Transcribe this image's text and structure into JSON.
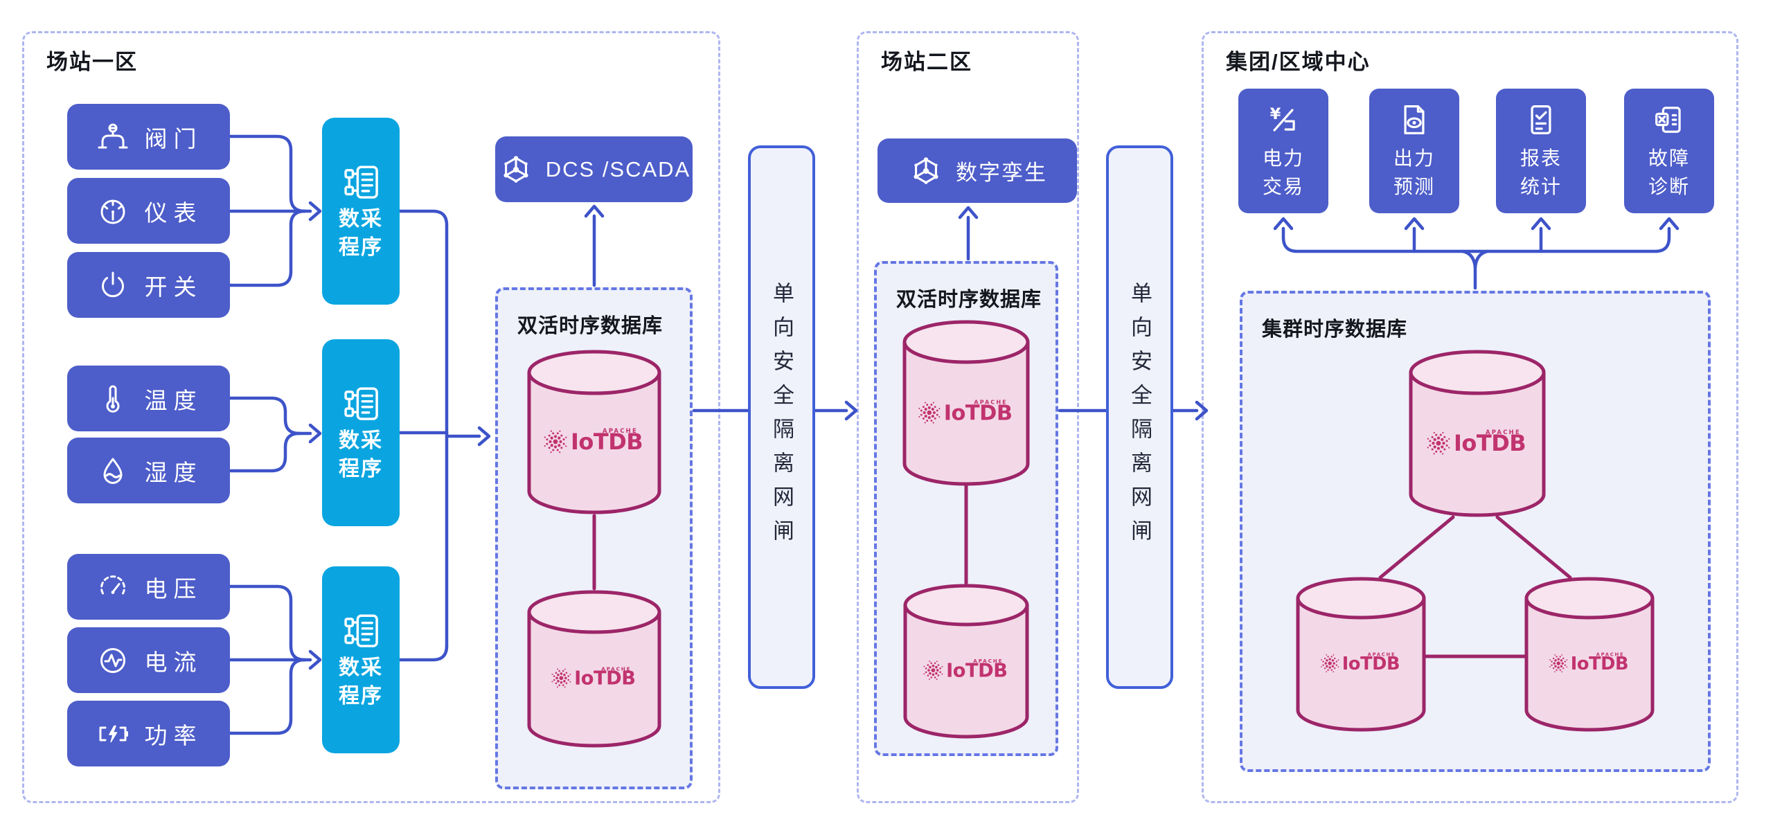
{
  "colors": {
    "accent_blue": "#3d53c9",
    "box_indigo": "#4d5dc9",
    "box_cyan": "#0aa5e0",
    "zone_border": "#aeb6f0",
    "db_border": "#6577e3",
    "db_fill": "#eef0fa",
    "cylinder_fill": "#f3d9e7",
    "cylinder_top_fill": "#f7e4ee",
    "cylinder_stroke": "#9c2568",
    "logo_magenta": "#c1336f",
    "title_text": "#15171e"
  },
  "zone1": {
    "title": "场站一区",
    "sensor_groups": [
      {
        "items": [
          {
            "icon": "valve-icon",
            "label": "阀门"
          },
          {
            "icon": "gauge-icon",
            "label": "仪表"
          },
          {
            "icon": "power-icon",
            "label": "开关"
          }
        ]
      },
      {
        "items": [
          {
            "icon": "thermometer-icon",
            "label": "温度"
          },
          {
            "icon": "droplet-icon",
            "label": "湿度"
          }
        ]
      },
      {
        "items": [
          {
            "icon": "voltmeter-icon",
            "label": "电压"
          },
          {
            "icon": "waveform-icon",
            "label": "电流"
          },
          {
            "icon": "battery-icon",
            "label": "功率"
          }
        ]
      }
    ],
    "collectors": [
      {
        "icon": "collector-icon",
        "label": "数采程序"
      },
      {
        "icon": "collector-icon",
        "label": "数采程序"
      },
      {
        "icon": "collector-icon",
        "label": "数采程序"
      }
    ],
    "scada": {
      "icon": "network-icon",
      "label": "DCS /SCADA"
    },
    "db": {
      "title": "双活时序数据库",
      "nodes": 2
    }
  },
  "gateways": [
    {
      "label": "单向安全隔离网闸"
    },
    {
      "label": "单向安全隔离网闸"
    }
  ],
  "zone2": {
    "title": "场站二区",
    "twin": {
      "icon": "network-icon",
      "label": "数字孪生"
    },
    "db": {
      "title": "双活时序数据库",
      "nodes": 2
    }
  },
  "zone3": {
    "title": "集团/区域中心",
    "apps": [
      {
        "icon": "currency-trade-icon",
        "label_lines": [
          "电力",
          "交易"
        ]
      },
      {
        "icon": "forecast-doc-icon",
        "label_lines": [
          "出力",
          "预测"
        ]
      },
      {
        "icon": "report-check-icon",
        "label_lines": [
          "报表",
          "统计"
        ]
      },
      {
        "icon": "diagnosis-icon",
        "label_lines": [
          "故障",
          "诊断"
        ]
      }
    ],
    "db": {
      "title": "集群时序数据库",
      "nodes": 3
    }
  },
  "logo": {
    "apache": "APACHE",
    "name": "IoTDB"
  }
}
